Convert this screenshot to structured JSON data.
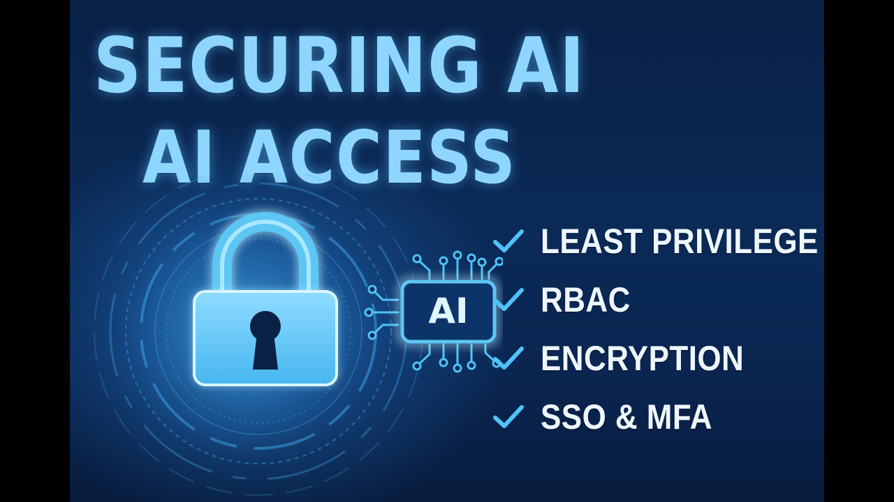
{
  "title": {
    "line1": "SECURING AI",
    "line2": "AI ACCESS"
  },
  "chip": {
    "label": "AI"
  },
  "icons": {
    "lock": "padlock-icon",
    "chip": "ai-chip-icon",
    "check": "checkmark-icon"
  },
  "checklist": [
    {
      "label": "LEAST PRIVILEGE"
    },
    {
      "label": "RBAC"
    },
    {
      "label": "ENCRYPTION"
    },
    {
      "label": "SSO & MFA"
    }
  ],
  "colors": {
    "background_top": "#0a2146",
    "background_bottom": "#081c3e",
    "title": "#8fd6ff",
    "accent": "#4fc3f7",
    "text": "#eef6ff"
  }
}
